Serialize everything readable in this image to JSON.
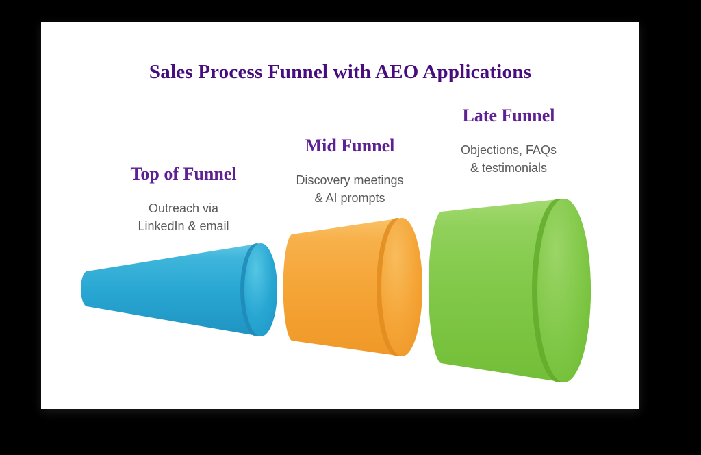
{
  "canvas": {
    "background": "#000000",
    "card_background": "#ffffff"
  },
  "title": {
    "text": "Sales Process Funnel with AEO Applications",
    "color": "#470D7E"
  },
  "label_color": "#5E2193",
  "description_color": "#595959",
  "stages": [
    {
      "id": "top-of-funnel",
      "label": "Top of Funnel",
      "desc_lines": [
        "Outreach via",
        "LinkedIn & email"
      ],
      "colors": {
        "light": "#62C8E5",
        "mid": "#3EB5DB",
        "base": "#29A7D3",
        "dark": "#1F93C2",
        "cap_light": "#55C6E4",
        "cap_dark": "#1F97C6",
        "crease": "#1E89B6"
      }
    },
    {
      "id": "mid-funnel",
      "label": "Mid Funnel",
      "desc_lines": [
        "Discovery meetings",
        "& AI prompts"
      ],
      "colors": {
        "light": "#FAC368",
        "mid": "#F7B04A",
        "base": "#F5A537",
        "dark": "#EF9827",
        "cap_light": "#F8BC5C",
        "cap_dark": "#EE9627",
        "crease": "#E18C1E"
      }
    },
    {
      "id": "late-funnel",
      "label": "Late Funnel",
      "desc_lines": [
        "Objections, FAQs",
        "& testimonials"
      ],
      "colors": {
        "light": "#A3DA70",
        "mid": "#8FD05A",
        "base": "#81C848",
        "dark": "#73BE38",
        "cap_light": "#9BD567",
        "cap_dark": "#6FBC34",
        "crease": "#63AC2B"
      }
    }
  ]
}
